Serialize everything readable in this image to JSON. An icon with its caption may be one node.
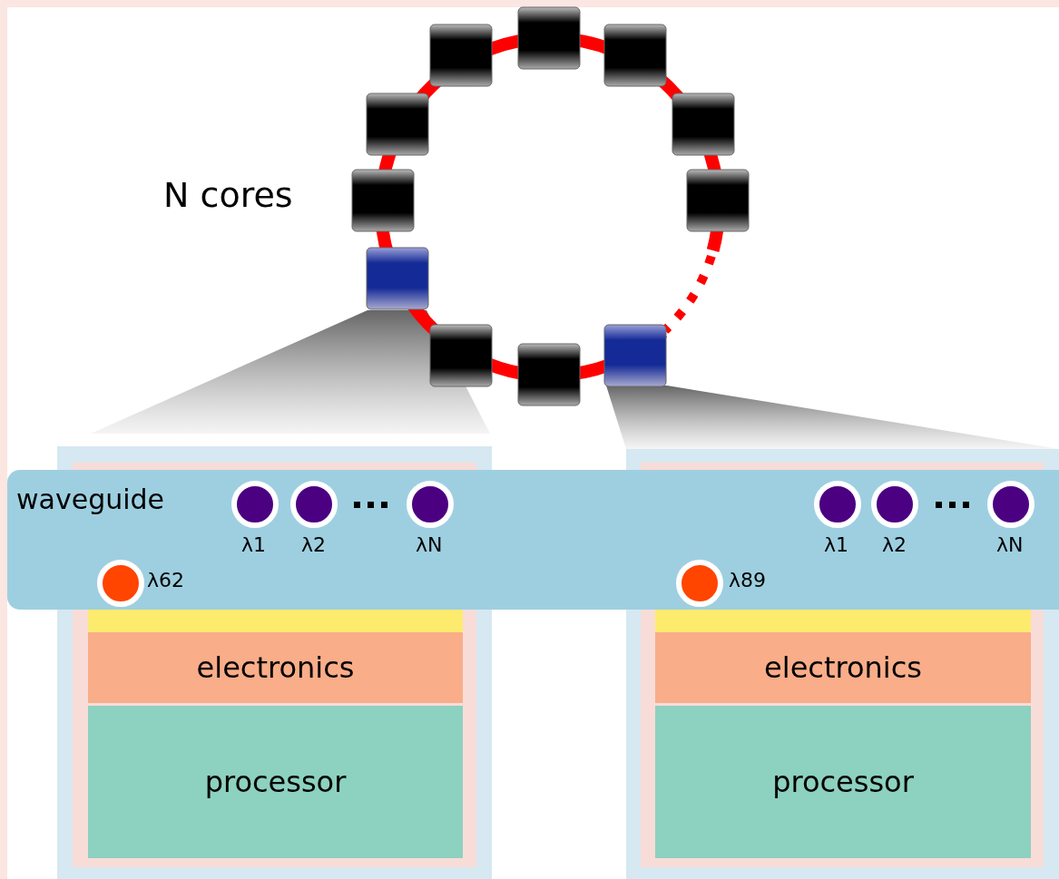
{
  "diagram": {
    "nodes": [
      {
        "text": [
          "waveguide"
        ]
      },
      {
        "text": [
          "electronics"
        ]
      },
      {
        "text": [
          "processor"
        ]
      },
      {
        "text": [
          "electronics"
        ]
      },
      {
        "text": [
          "processor"
        ]
      }
    ],
    "labels": [
      "N cores",
      "λ1",
      "λ2",
      "λN",
      "λ1",
      "λ2",
      "λN",
      "λ62",
      "λ89"
    ]
  }
}
